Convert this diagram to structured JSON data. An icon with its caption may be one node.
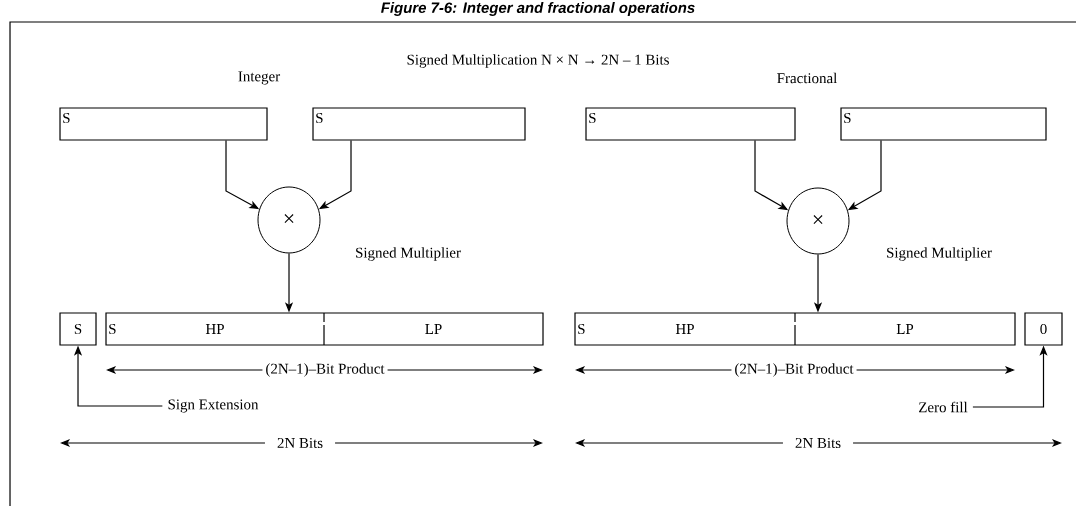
{
  "diagram": {
    "title": "Figure 7-6: Integer and fractional operations",
    "nodes": [
      {
        "text": [
          "S"
        ]
      },
      {
        "text": [
          "S"
        ]
      },
      {
        "text": [
          "×"
        ],
        "beside": [
          "Signed Multiplier"
        ]
      },
      {
        "text": [
          "S"
        ]
      },
      {
        "text": [
          "S",
          "HP",
          "LP"
        ]
      },
      {
        "text": [
          "S"
        ]
      },
      {
        "text": [
          "S"
        ]
      },
      {
        "text": [
          "×"
        ],
        "beside": [
          "Signed Multiplier"
        ]
      },
      {
        "text": [
          "S",
          "HP",
          "LP"
        ]
      },
      {
        "text": [
          "0"
        ]
      },
      {
        "text": [
          "Sign Extension"
        ]
      },
      {
        "text": [
          "Zero fill"
        ]
      }
    ],
    "edges": [
      {
        "from": 0,
        "to": 2,
        "arrow": "to"
      },
      {
        "from": 1,
        "to": 2,
        "arrow": "to"
      },
      {
        "from": 2,
        "to": 4,
        "arrow": "to"
      },
      {
        "from": 5,
        "to": 7,
        "arrow": "to"
      },
      {
        "from": 6,
        "to": 7,
        "arrow": "to"
      },
      {
        "from": 7,
        "to": 8,
        "arrow": "to"
      },
      {
        "from": 10,
        "to": 3,
        "arrow": "to"
      },
      {
        "from": 11,
        "to": 9,
        "arrow": "to"
      }
    ],
    "labels": [
      "Signed Multiplication N × N → 2N – 1 Bits",
      "Integer",
      "Fractional",
      "(2N–1)–Bit Product",
      "(2N–1)–Bit Product",
      "2N Bits",
      "2N Bits"
    ]
  }
}
